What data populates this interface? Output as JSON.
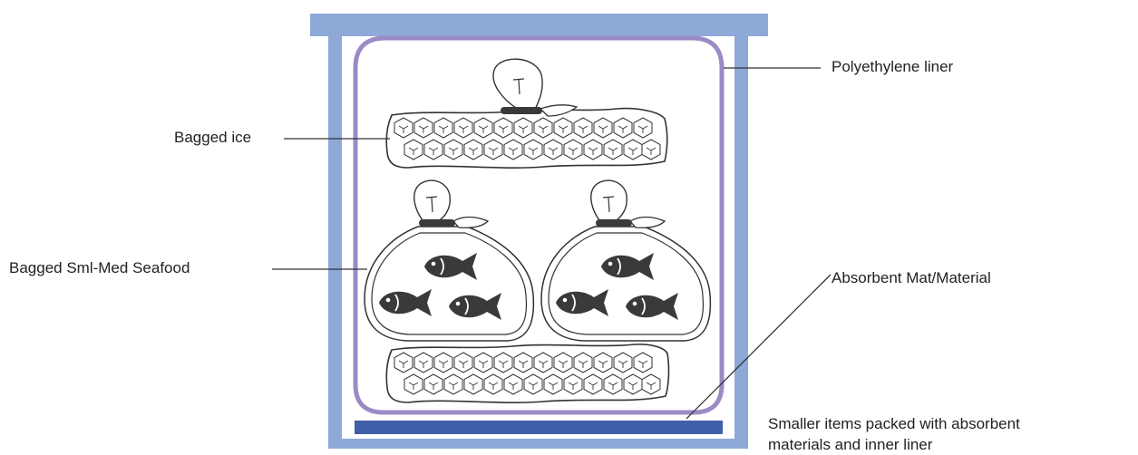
{
  "labels": {
    "polyethylene_liner": "Polyethylene liner",
    "bagged_ice": "Bagged ice",
    "bagged_seafood": "Bagged Sml-Med Seafood",
    "absorbent_mat": "Absorbent Mat/Material",
    "smaller_items_line1": "Smaller items packed with absorbent",
    "smaller_items_line2": "materials and inner liner"
  },
  "colors": {
    "cooler": "#8ea9d8",
    "liner": "#9b8ac4",
    "absorbent_mat": "#3f5fa8",
    "fish": "#3a3a3a",
    "outline": "#333333",
    "leader_line": "#333333"
  },
  "icons": {
    "ice_cube": "ice-cube-icon",
    "fish": "fish-icon",
    "bag_tie": "bag-tie-icon"
  }
}
